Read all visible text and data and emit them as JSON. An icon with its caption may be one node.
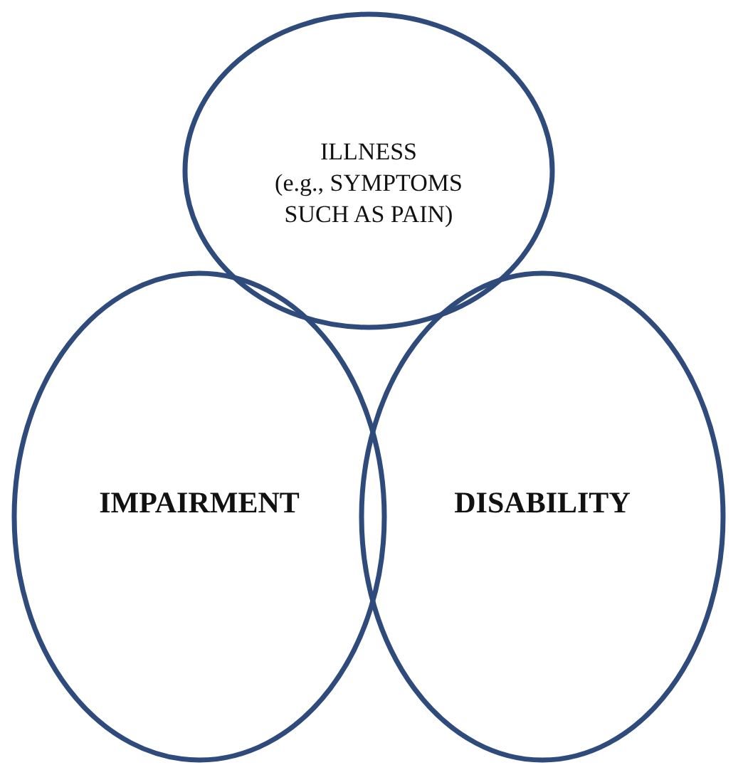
{
  "diagram": {
    "nodes": [
      {
        "text": [
          "ILLNESS",
          "(e.g., SYMPTOMS SUCH AS PAIN)"
        ]
      },
      {
        "text": [
          "IMPAIRMENT"
        ]
      },
      {
        "text": [
          "DISABILITY"
        ]
      }
    ]
  }
}
